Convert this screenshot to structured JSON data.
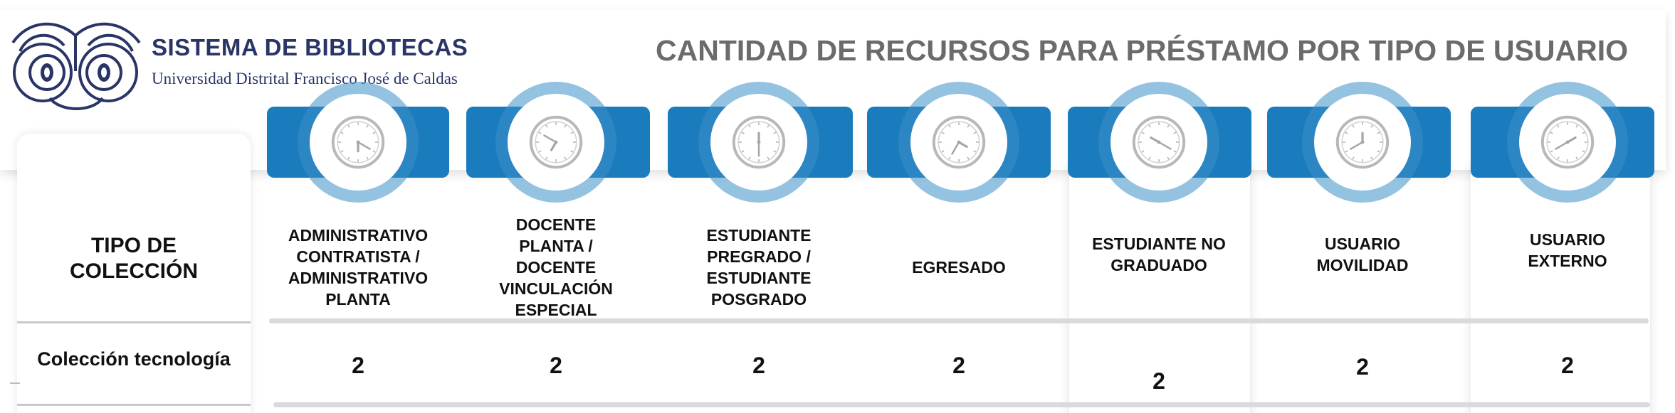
{
  "brand": {
    "title": "SISTEMA DE BIBLIOTECAS",
    "subtitle": "Universidad Distrital Francisco José de Caldas",
    "logo_icon": "owl-icon"
  },
  "main_title": "CANTIDAD DE RECURSOS PARA PRÉSTAMO POR TIPO DE USUARIO",
  "table": {
    "first_header": "TIPO DE\nCOLECCIÓN",
    "row_label": "Colección tecnología",
    "columns": [
      {
        "label": "ADMINISTRATIVO\nCONTRATISTA /\nADMINISTRATIVO\nPLANTA",
        "value": "2",
        "icon": "clock-icon"
      },
      {
        "label": "DOCENTE\nPLANTA /\nDOCENTE\nVINCULACIÓN\nESPECIAL",
        "value": "2",
        "icon": "clock-icon"
      },
      {
        "label": "ESTUDIANTE\nPREGRADO /\nESTUDIANTE\nPOSGRADO",
        "value": "2",
        "icon": "clock-icon"
      },
      {
        "label": "EGRESADO",
        "value": "2",
        "icon": "clock-icon"
      },
      {
        "label": "ESTUDIANTE NO\nGRADUADO",
        "value": "2",
        "icon": "clock-icon"
      },
      {
        "label": "USUARIO\nMOVILIDAD",
        "value": "2",
        "icon": "clock-icon"
      },
      {
        "label": "USUARIO\nEXTERNO",
        "value": "2",
        "icon": "clock-icon"
      }
    ]
  },
  "colors": {
    "brand_navy": "#2a3567",
    "banner_blue": "#1a7bbd",
    "ring_blue": "#3d8fc9",
    "title_gray": "#6b6b6b"
  }
}
